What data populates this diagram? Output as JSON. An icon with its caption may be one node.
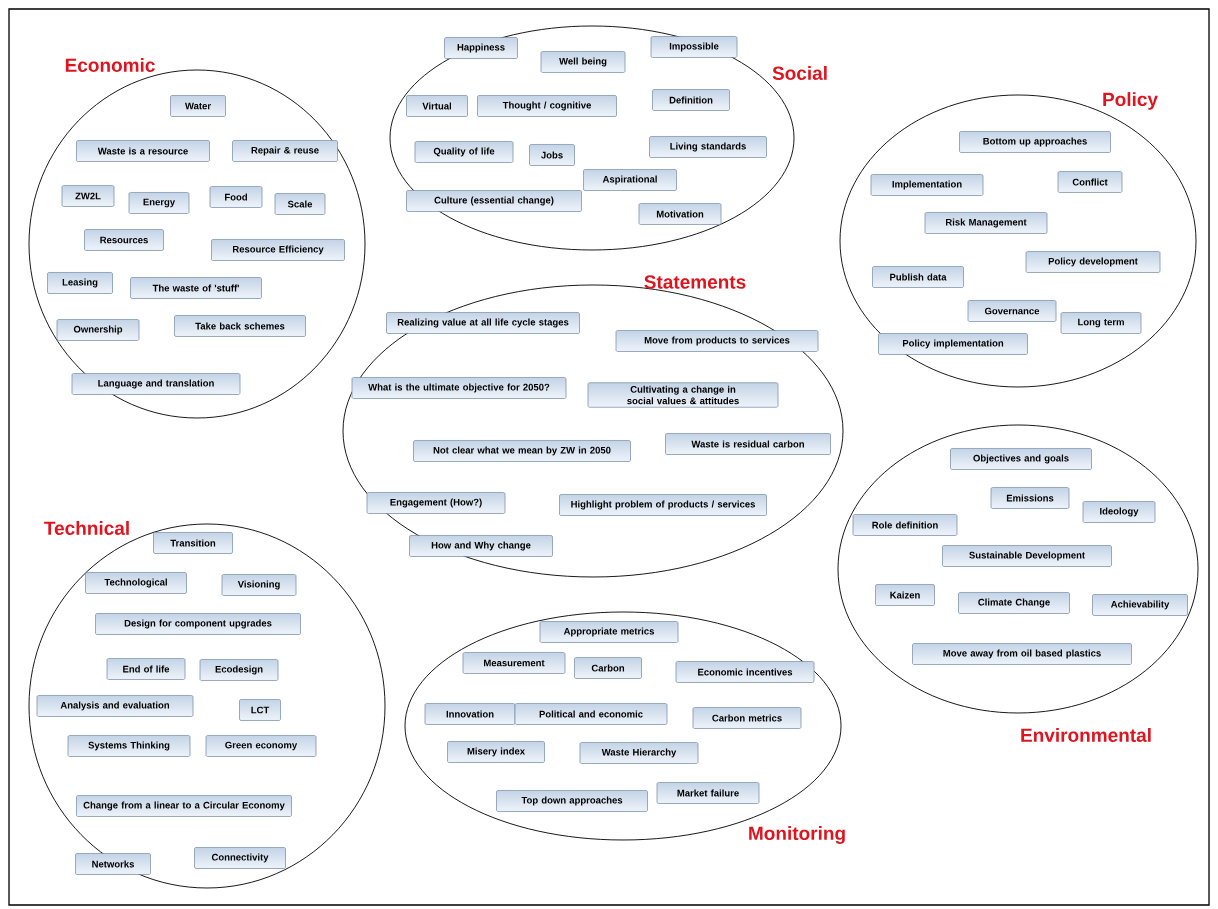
{
  "diagram": {
    "nodes": [
      {
        "text": [
          "Economic"
        ]
      },
      {
        "text": [
          "Water"
        ],
        "in": 0
      },
      {
        "text": [
          "Waste is a resource"
        ],
        "in": 0
      },
      {
        "text": [
          "Repair & reuse"
        ],
        "in": 0
      },
      {
        "text": [
          "ZW2L"
        ],
        "in": 0
      },
      {
        "text": [
          "Energy"
        ],
        "in": 0
      },
      {
        "text": [
          "Food"
        ],
        "in": 0
      },
      {
        "text": [
          "Scale"
        ],
        "in": 0
      },
      {
        "text": [
          "Resources"
        ],
        "in": 0
      },
      {
        "text": [
          "Resource Efficiency"
        ],
        "in": 0
      },
      {
        "text": [
          "Leasing"
        ],
        "in": 0
      },
      {
        "text": [
          "The waste of 'stuff'"
        ],
        "in": 0
      },
      {
        "text": [
          "Ownership"
        ],
        "in": 0
      },
      {
        "text": [
          "Take back schemes"
        ],
        "in": 0
      },
      {
        "text": [
          "Language and translation"
        ],
        "in": 0
      },
      {
        "text": [
          "Social"
        ]
      },
      {
        "text": [
          "Happiness"
        ],
        "in": 15
      },
      {
        "text": [
          "Well being"
        ],
        "in": 15
      },
      {
        "text": [
          "Impossible"
        ],
        "in": 15
      },
      {
        "text": [
          "Virtual"
        ],
        "in": 15
      },
      {
        "text": [
          "Thought / cognitive"
        ],
        "in": 15
      },
      {
        "text": [
          "Definition"
        ],
        "in": 15
      },
      {
        "text": [
          "Quality of life"
        ],
        "in": 15
      },
      {
        "text": [
          "Jobs"
        ],
        "in": 15
      },
      {
        "text": [
          "Living standards"
        ],
        "in": 15
      },
      {
        "text": [
          "Aspirational"
        ],
        "in": 15
      },
      {
        "text": [
          "Culture (essential change)"
        ],
        "in": 15
      },
      {
        "text": [
          "Motivation"
        ],
        "in": 15
      },
      {
        "text": [
          "Policy"
        ]
      },
      {
        "text": [
          "Bottom up approaches"
        ],
        "in": 28
      },
      {
        "text": [
          "Implementation"
        ],
        "in": 28
      },
      {
        "text": [
          "Conflict"
        ],
        "in": 28
      },
      {
        "text": [
          "Risk Management"
        ],
        "in": 28
      },
      {
        "text": [
          "Policy development"
        ],
        "in": 28
      },
      {
        "text": [
          "Publish data"
        ],
        "in": 28
      },
      {
        "text": [
          "Governance"
        ],
        "in": 28
      },
      {
        "text": [
          "Long term"
        ],
        "in": 28
      },
      {
        "text": [
          "Policy implementation"
        ],
        "in": 28
      },
      {
        "text": [
          "Statements"
        ]
      },
      {
        "text": [
          "Realizing value at all life cycle stages"
        ],
        "in": 38
      },
      {
        "text": [
          "Move from products to services"
        ],
        "in": 38
      },
      {
        "text": [
          "What is the ultimate objective for 2050?"
        ],
        "in": 38
      },
      {
        "text": [
          "Cultivating a change in social values & attitudes"
        ],
        "in": 38
      },
      {
        "text": [
          "Not clear what we mean by ZW in 2050"
        ],
        "in": 38
      },
      {
        "text": [
          "Waste is residual carbon"
        ],
        "in": 38
      },
      {
        "text": [
          "Engagement (How?)"
        ],
        "in": 38
      },
      {
        "text": [
          "Highlight problem of products / services"
        ],
        "in": 38
      },
      {
        "text": [
          "How and Why change"
        ],
        "in": 38
      },
      {
        "text": [
          "Technical"
        ]
      },
      {
        "text": [
          "Transition"
        ],
        "in": 48
      },
      {
        "text": [
          "Technological"
        ],
        "in": 48
      },
      {
        "text": [
          "Visioning"
        ],
        "in": 48
      },
      {
        "text": [
          "Design for component upgrades"
        ],
        "in": 48
      },
      {
        "text": [
          "End of life"
        ],
        "in": 48
      },
      {
        "text": [
          "Ecodesign"
        ],
        "in": 48
      },
      {
        "text": [
          "Analysis and evaluation"
        ],
        "in": 48
      },
      {
        "text": [
          "LCT"
        ],
        "in": 48
      },
      {
        "text": [
          "Systems Thinking"
        ],
        "in": 48
      },
      {
        "text": [
          "Green economy"
        ],
        "in": 48
      },
      {
        "text": [
          "Change from a linear to a Circular Economy"
        ],
        "in": 48
      },
      {
        "text": [
          "Networks"
        ],
        "in": 48
      },
      {
        "text": [
          "Connectivity"
        ],
        "in": 48
      },
      {
        "text": [
          "Monitoring"
        ]
      },
      {
        "text": [
          "Appropriate metrics"
        ],
        "in": 62
      },
      {
        "text": [
          "Measurement"
        ],
        "in": 62
      },
      {
        "text": [
          "Carbon"
        ],
        "in": 62
      },
      {
        "text": [
          "Economic incentives"
        ],
        "in": 62
      },
      {
        "text": [
          "Innovation"
        ],
        "in": 62
      },
      {
        "text": [
          "Political and economic"
        ],
        "in": 62
      },
      {
        "text": [
          "Carbon metrics"
        ],
        "in": 62
      },
      {
        "text": [
          "Misery index"
        ],
        "in": 62
      },
      {
        "text": [
          "Waste Hierarchy"
        ],
        "in": 62
      },
      {
        "text": [
          "Top down approaches"
        ],
        "in": 62
      },
      {
        "text": [
          "Market failure"
        ],
        "in": 62
      },
      {
        "text": [
          "Environmental"
        ]
      },
      {
        "text": [
          "Objectives and goals"
        ],
        "in": 74
      },
      {
        "text": [
          "Emissions"
        ],
        "in": 74
      },
      {
        "text": [
          "Ideology"
        ],
        "in": 74
      },
      {
        "text": [
          "Role definition"
        ],
        "in": 74
      },
      {
        "text": [
          "Sustainable Development"
        ],
        "in": 74
      },
      {
        "text": [
          "Kaizen"
        ],
        "in": 74
      },
      {
        "text": [
          "Climate Change"
        ],
        "in": 74
      },
      {
        "text": [
          "Achievability"
        ],
        "in": 74
      },
      {
        "text": [
          "Move away from oil based plastics"
        ],
        "in": 74
      }
    ]
  }
}
